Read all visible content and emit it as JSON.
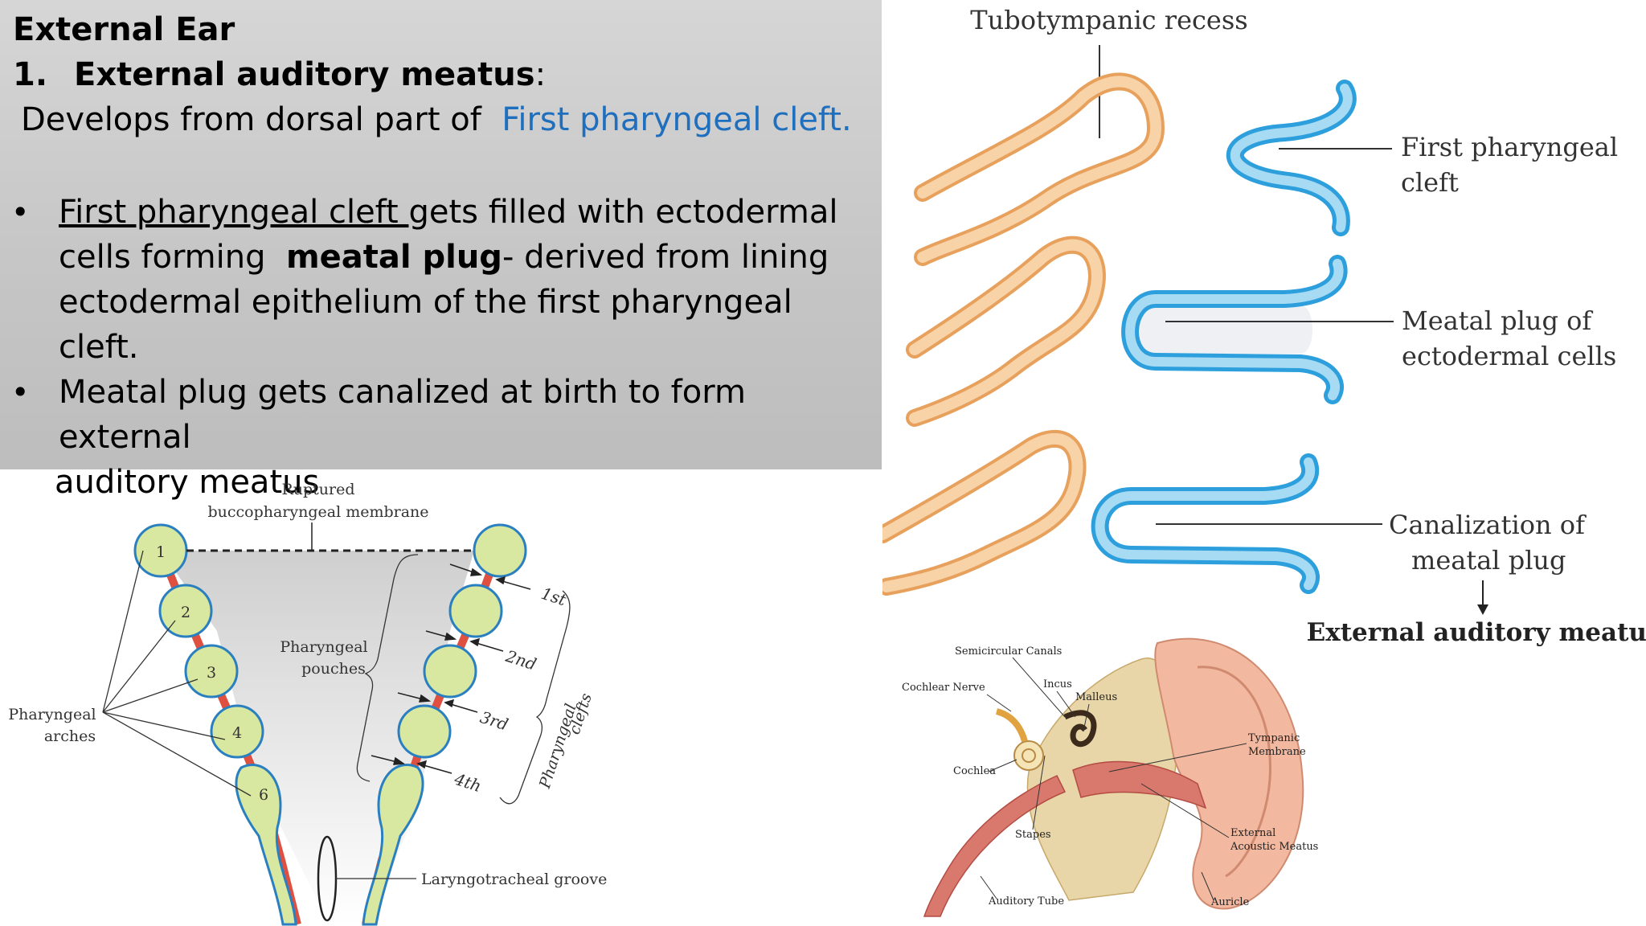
{
  "slide": {
    "heading": "External Ear",
    "item_number": "1.",
    "item_title": "External auditory meatus",
    "item_colon": ":",
    "develops_prefix": "Develops from dorsal part of",
    "develops_link": "First pharyngeal cleft.",
    "bullet1_underlined": "First pharyngeal cleft ",
    "bullet1_a": "gets filled with ectodermal",
    "bullet1_b": "cells forming ",
    "bullet1_bold": "meatal plug",
    "bullet1_c": "- derived from lining",
    "bullet1_d": "ectodermal epithelium of the first pharyngeal cleft.",
    "bullet2_a": "Meatal plug gets canalized at birth to form external",
    "bullet2_b": "auditory meatus",
    "bullet_glyph": "•"
  },
  "arches_figure": {
    "ruptured_line1": "Ruptured",
    "ruptured_line2": "buccopharyngeal membrane",
    "pouches_line1": "Pharyngeal",
    "pouches_line2": "pouches",
    "arches_line1": "Pharyngeal",
    "arches_line2": "arches",
    "arch_numbers": [
      "1",
      "2",
      "3",
      "4",
      "6"
    ],
    "cleft_ordinals": [
      "1st",
      "2nd",
      "3rd",
      "4th"
    ],
    "clefts_line1": "Pharyngeal",
    "clefts_line2": "clefts",
    "groove": "Laryngotracheal groove"
  },
  "meatus_figure": {
    "recess": "Tubotympanic recess",
    "cleft_line1": "First pharyngeal",
    "cleft_line2": "cleft",
    "plug_line1": "Meatal plug of",
    "plug_line2": "ectodermal cells",
    "canal_line1": "Canalization of",
    "canal_line2": "meatal plug",
    "result": "External auditory meatus",
    "colors": {
      "endoderm": "#f2c08e",
      "ectoderm": "#3ea9e0"
    }
  },
  "ear_figure": {
    "semicircular": "Semicircular Canals",
    "cochlear_nerve": "Cochlear Nerve",
    "incus": "Incus",
    "malleus": "Malleus",
    "tympanic1": "Tympanic",
    "tympanic2": "Membrane",
    "cochlea": "Cochlea",
    "stapes": "Stapes",
    "external1": "External",
    "external2": "Acoustic Meatus",
    "auditory_tube": "Auditory Tube",
    "auricle": "Auricle"
  }
}
